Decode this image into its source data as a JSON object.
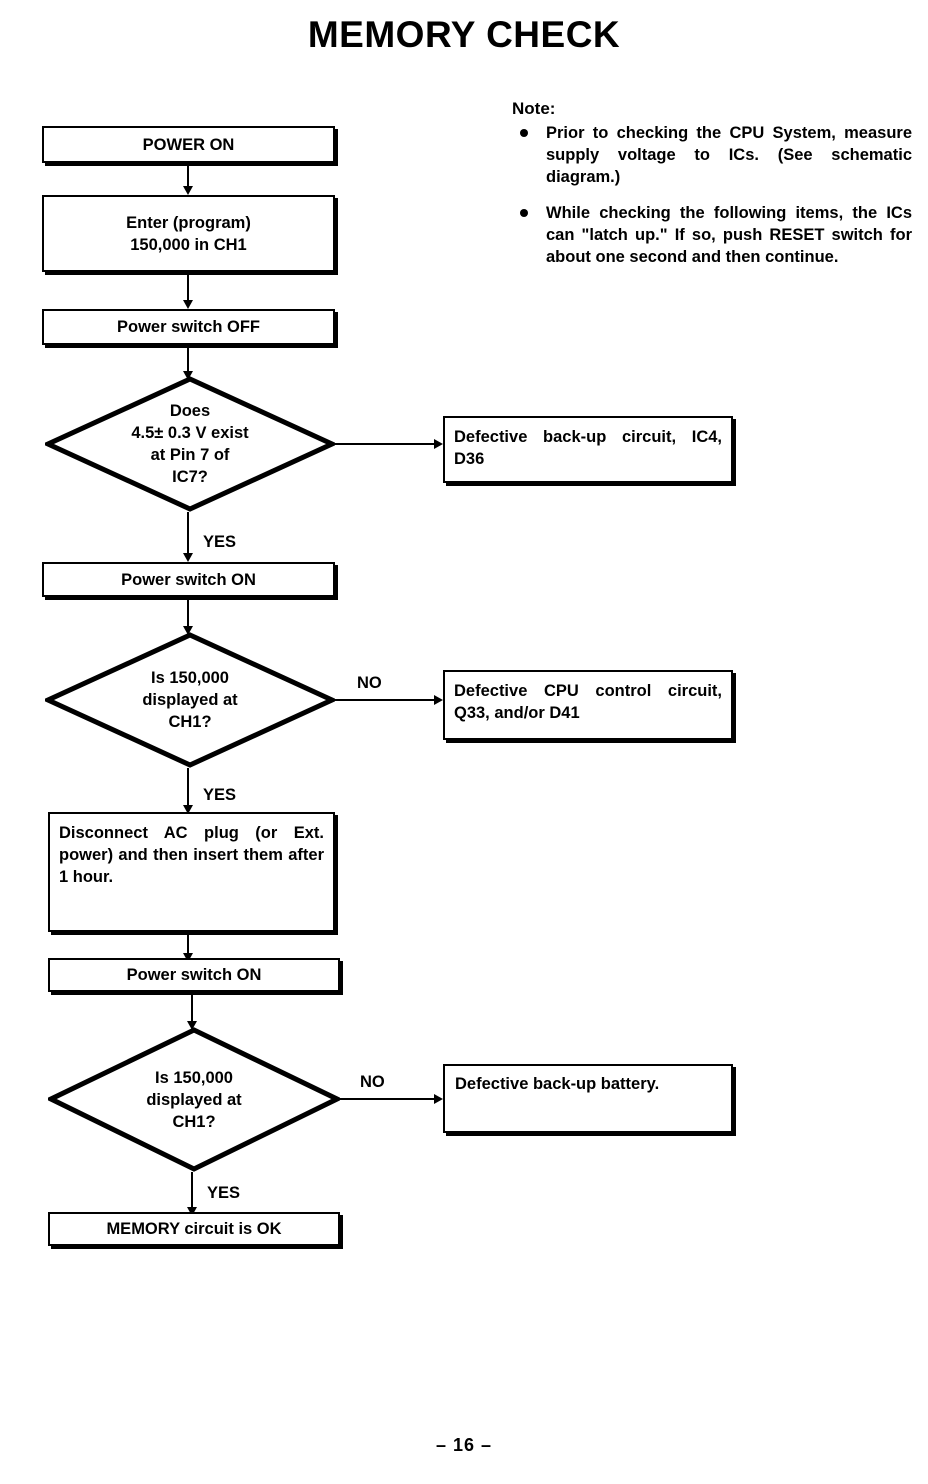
{
  "document": {
    "title": "MEMORY CHECK",
    "page_number": "– 16 –"
  },
  "note": {
    "heading": "Note:",
    "items": [
      "Prior to checking the CPU System, measure supply voltage to ICs. (See schematic diagram.)",
      "While checking the following items, the ICs can \"latch up.\" If so, push RESET switch for about one second and then continue."
    ]
  },
  "flowchart": {
    "type": "flowchart",
    "nodes": [
      {
        "id": "n1",
        "shape": "process",
        "text": "POWER ON"
      },
      {
        "id": "n2",
        "shape": "process",
        "text": "Enter (program)\n150,000 in CH1"
      },
      {
        "id": "n3",
        "shape": "process",
        "text": "Power switch OFF"
      },
      {
        "id": "d1",
        "shape": "decision",
        "text": "Does\n4.5± 0.3 V exist\nat Pin 7 of\nIC7?"
      },
      {
        "id": "r1",
        "shape": "process",
        "text": "Defective back-up circuit, IC4, D36"
      },
      {
        "id": "n4",
        "shape": "process",
        "text": "Power switch ON"
      },
      {
        "id": "d2",
        "shape": "decision",
        "text": "Is 150,000\ndisplayed at\nCH1?"
      },
      {
        "id": "r2",
        "shape": "process",
        "text": "Defective CPU control circuit, Q33, and/or D41"
      },
      {
        "id": "n5",
        "shape": "process",
        "text": "Disconnect AC plug (or Ext. power) and then insert them after 1 hour."
      },
      {
        "id": "n6",
        "shape": "process",
        "text": "Power switch ON"
      },
      {
        "id": "d3",
        "shape": "decision",
        "text": "Is 150,000\ndisplayed at\nCH1?"
      },
      {
        "id": "r3",
        "shape": "process",
        "text": "Defective back-up battery."
      },
      {
        "id": "n7",
        "shape": "process",
        "text": "MEMORY circuit is OK"
      }
    ],
    "branch_labels": {
      "d1_yes": "YES",
      "d2_no": "NO",
      "d2_yes": "YES",
      "d3_no": "NO",
      "d3_yes": "YES"
    }
  }
}
